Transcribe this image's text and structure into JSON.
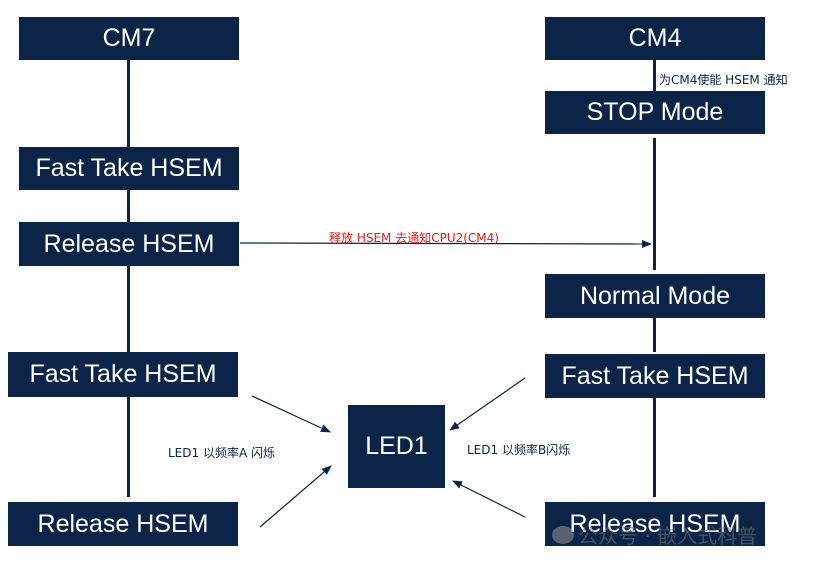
{
  "left_column": {
    "header": "CM7",
    "fast_take_1": "Fast Take HSEM",
    "release_1": "Release HSEM",
    "fast_take_2": "Fast Take HSEM",
    "release_2": "Release HSEM"
  },
  "right_column": {
    "header": "CM4",
    "stop_mode": "STOP Mode",
    "normal_mode": "Normal Mode",
    "fast_take": "Fast Take HSEM",
    "release": "Release HSEM"
  },
  "center": {
    "led": "LED1"
  },
  "notes": {
    "cm4_enable": "为CM4使能 HSEM 通知",
    "release_notify": "释放 HSEM 去通知CPU2(CM4)",
    "blink_a": "LED1 以频率A 闪烁",
    "blink_b": "LED1 以频率B闪烁"
  },
  "watermark": "公众号 · 嵌入式科普",
  "colors": {
    "box": "#0b2447",
    "annotation_red": "#e0201b"
  }
}
